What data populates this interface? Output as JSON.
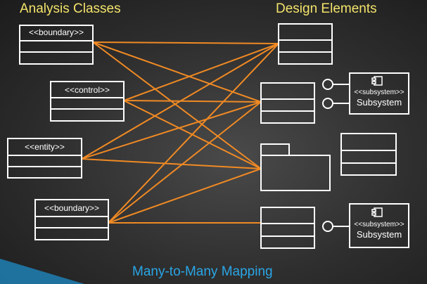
{
  "title_left": "Analysis Classes",
  "title_right": "Design Elements",
  "caption": "Many-to-Many Mapping",
  "analysis_classes": [
    {
      "stereotype": "<<boundary>>"
    },
    {
      "stereotype": "<<control>>"
    },
    {
      "stereotype": "<<entity>>"
    },
    {
      "stereotype": "<<boundary>>"
    }
  ],
  "subsystems": [
    {
      "stereotype": "<<subsystem>>",
      "name": "Subsystem"
    },
    {
      "stereotype": "<<subsystem>>",
      "name": "Subsystem"
    }
  ],
  "colors": {
    "heading": "#f3e36a",
    "caption": "#2aa6e6",
    "connector": "#f08a24",
    "outline": "#ffffff"
  }
}
